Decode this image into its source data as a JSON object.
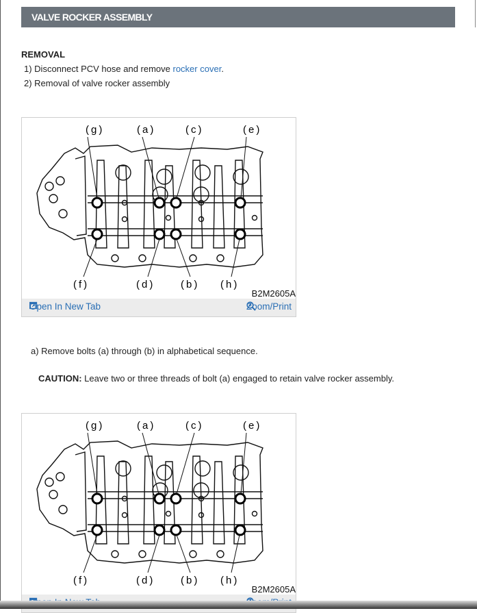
{
  "header": {
    "title": "VALVE ROCKER ASSEMBLY"
  },
  "removal": {
    "heading": "REMOVAL",
    "step1_prefix": "1) Disconnect PCV hose and remove ",
    "step1_link": "rocker cover",
    "step1_suffix": ".",
    "step2": "2) Removal of valve rocker assembly"
  },
  "figures": [
    {
      "code": "B2M2605A",
      "labels_top": [
        "(g)",
        "(a)",
        "(c)",
        "(e)"
      ],
      "labels_bottom": [
        "(f)",
        "(d)",
        "(b)",
        "(h)"
      ],
      "open_label": "Open In New Tab",
      "zoom_label": "Zoom/Print"
    },
    {
      "code": "B2M2605A",
      "labels_top": [
        "(g)",
        "(a)",
        "(c)",
        "(e)"
      ],
      "labels_bottom": [
        "(f)",
        "(d)",
        "(b)",
        "(h)"
      ],
      "open_label": "Open In New Tab",
      "zoom_label": "Zoom/Print"
    }
  ],
  "instruction": {
    "text": "a) Remove bolts (a) through (b) in alphabetical sequence."
  },
  "caution": {
    "label": "CAUTION:",
    "text": " Leave two or three threads of bolt (a) engaged to retain valve rocker assembly."
  },
  "colors": {
    "header_bg": "#6b737b",
    "link": "#2a6fb5",
    "figure_bar": "#ececec"
  }
}
